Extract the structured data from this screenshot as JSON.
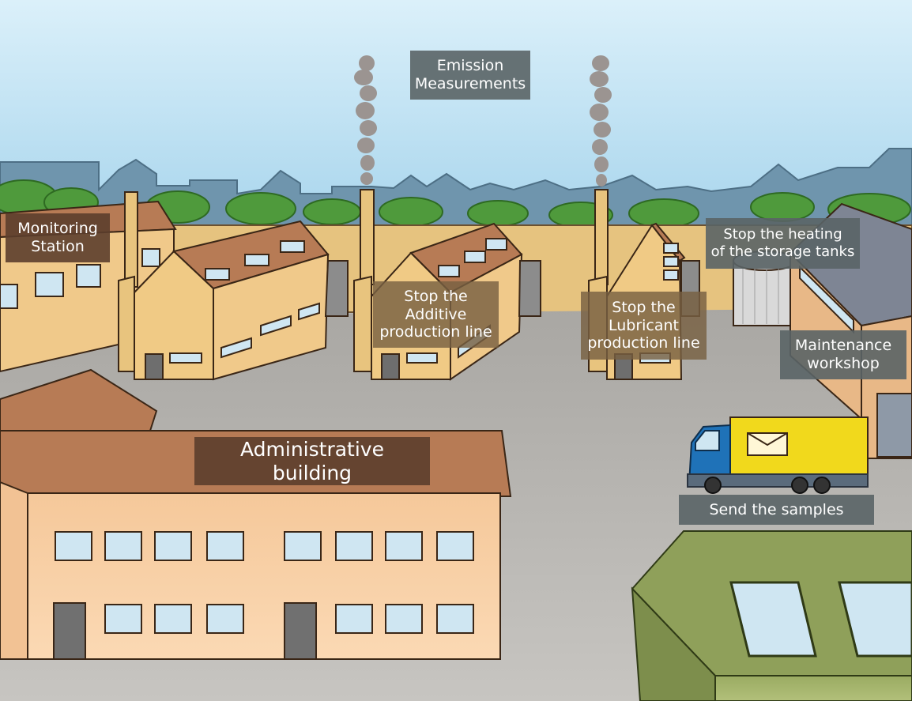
{
  "scene": {
    "colors": {
      "sky_top": "#d8eef9",
      "sky_bottom": "#a9d6ee",
      "ground": "#b3b0ac",
      "wall": "#e7c27f",
      "roof": "#b77b55",
      "truck_cab": "#1f72b8",
      "truck_box": "#f1d91c",
      "green_building": "#8fa05a"
    },
    "hotspots": {
      "emission": "Emission\nMeasurements",
      "monitoring": "Monitoring\nStation",
      "additive": "Stop the\nAdditive\nproduction line",
      "lubricant": "Stop the\nLubricant\nproduction line",
      "heating": "Stop the heating\nof the storage tanks",
      "maintenance": "Maintenance\nworkshop",
      "admin": "Administrative building",
      "samples": "Send the samples"
    }
  }
}
